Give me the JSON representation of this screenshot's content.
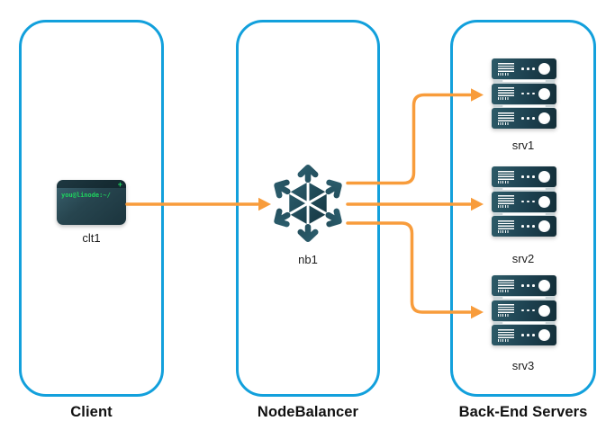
{
  "diagram": {
    "columns": {
      "client": {
        "title": "Client",
        "node": {
          "id": "clt1",
          "icon": "terminal-icon",
          "terminal_prompt": "you@linode:~/",
          "terminal_plus": "+"
        }
      },
      "nodebalancer": {
        "title": "NodeBalancer",
        "node": {
          "id": "nb1",
          "icon": "nodebalancer-icon"
        }
      },
      "backend": {
        "title": "Back-End Servers",
        "servers": [
          {
            "id": "srv1",
            "icon": "server-stack-icon"
          },
          {
            "id": "srv2",
            "icon": "server-stack-icon"
          },
          {
            "id": "srv3",
            "icon": "server-stack-icon"
          }
        ]
      }
    },
    "connections": [
      {
        "from": "clt1",
        "to": "nb1"
      },
      {
        "from": "nb1",
        "to": "srv1"
      },
      {
        "from": "nb1",
        "to": "srv2"
      },
      {
        "from": "nb1",
        "to": "srv3"
      }
    ],
    "colors": {
      "container_border": "#12A0DC",
      "arrow": "#F89C3B",
      "icon_teal_light": "#2E6272",
      "icon_teal_dark": "#12303B",
      "terminal_green": "#1FD35F"
    }
  }
}
